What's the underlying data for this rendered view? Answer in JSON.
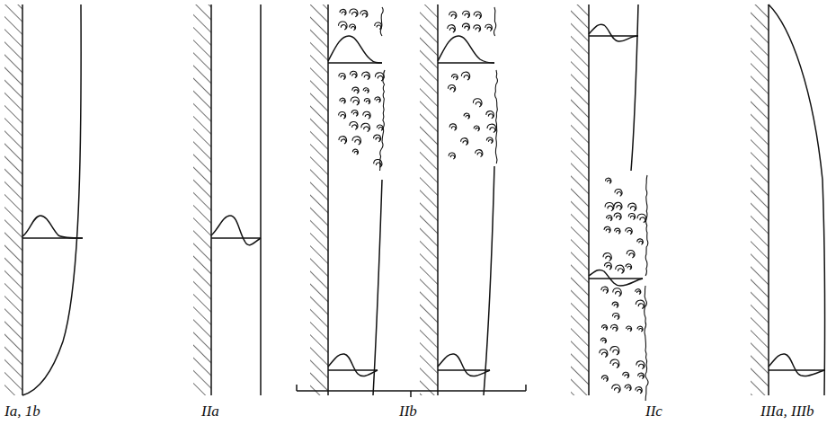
{
  "diagram": {
    "labels": [
      "Ia, 1b",
      "IIa",
      "IIb",
      "IIc",
      "IIIa, IIIb"
    ]
  }
}
